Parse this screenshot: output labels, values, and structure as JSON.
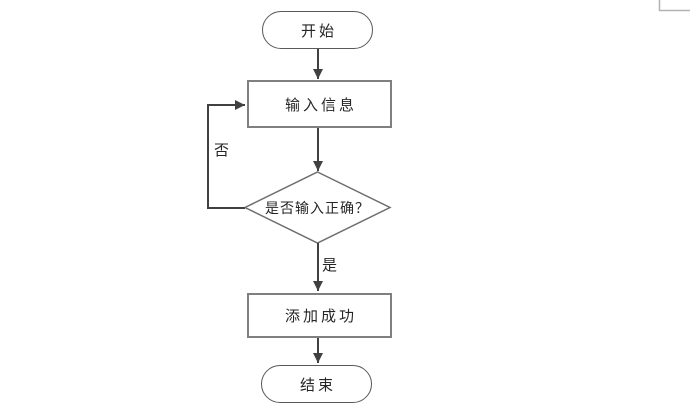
{
  "flowchart": {
    "nodes": {
      "start": {
        "label": "开始",
        "shape": "terminator"
      },
      "input_info": {
        "label": "输入信息",
        "shape": "process"
      },
      "check": {
        "label": "是否输入正确？",
        "shape": "decision"
      },
      "add_success": {
        "label": "添加成功",
        "shape": "process"
      },
      "end": {
        "label": "结束",
        "shape": "terminator"
      }
    },
    "branch_labels": {
      "yes": "是",
      "no": "否"
    },
    "colors": {
      "arrow": "#404040",
      "process_border": "#7f7f7f",
      "terminator_border": "#595959",
      "decision_border": "#6e6e6e",
      "text": "#262626",
      "canvas_corner": "#b3b3b3",
      "background": "#ffffff"
    }
  }
}
